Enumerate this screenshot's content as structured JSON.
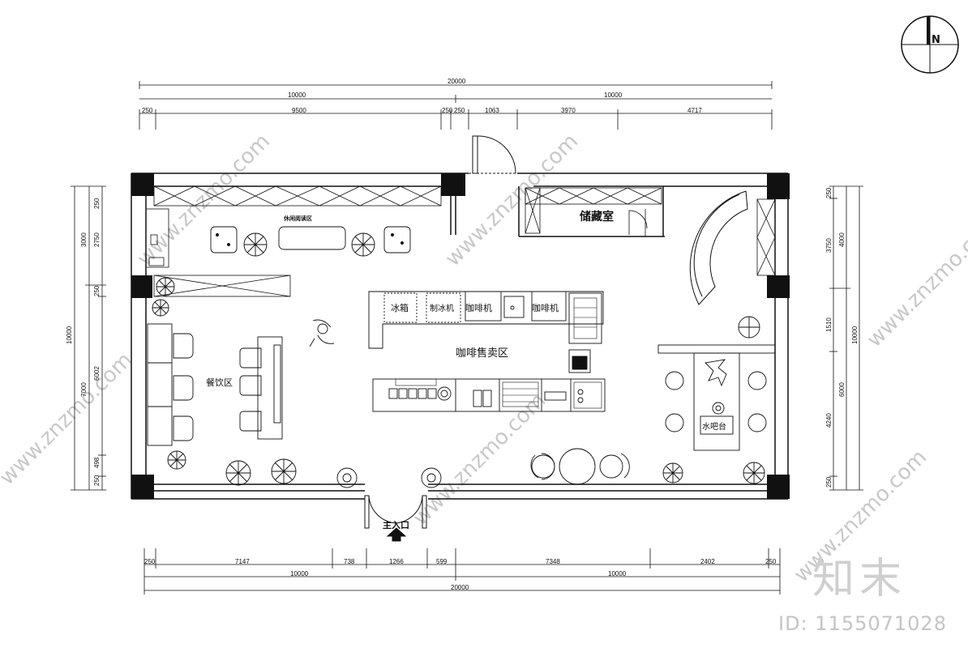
{
  "compass": {
    "label": "N"
  },
  "dims": {
    "top_total": "20000",
    "top_half_left": "10000",
    "top_half_right": "10000",
    "top_segments": [
      "250",
      "9500",
      "250",
      "250",
      "1063",
      "3970",
      "4717"
    ],
    "bottom_total": "20000",
    "bottom_half_left": "10000",
    "bottom_half_right": "10000",
    "bottom_segments": [
      "250",
      "7147",
      "738",
      "1266",
      "599",
      "7348",
      "2402",
      "250"
    ],
    "left_total": "10000",
    "left_mid": [
      "3000",
      "7000"
    ],
    "left_segments": [
      "250",
      "2750",
      "250",
      "6002",
      "498",
      "250"
    ],
    "right_total": "10000",
    "right_mid": [
      "4000",
      "6000"
    ],
    "right_segments": [
      "250",
      "3750",
      "1510",
      "4240",
      "250"
    ]
  },
  "rooms": {
    "storage": "储藏室",
    "lounge": "休闲阅读区",
    "dining": "餐饮区",
    "coffee_sales": "咖啡售卖区",
    "water_bar": "水吧台",
    "entrance": "主入口"
  },
  "equipment": {
    "fridge": "冰箱",
    "ice_maker": "制冰机",
    "coffee_machine_1": "咖啡机",
    "coffee_machine_2": "咖啡机"
  },
  "watermark": {
    "brand": "知末",
    "url": "www.znzmo.com",
    "id": "ID: 1155071028"
  }
}
